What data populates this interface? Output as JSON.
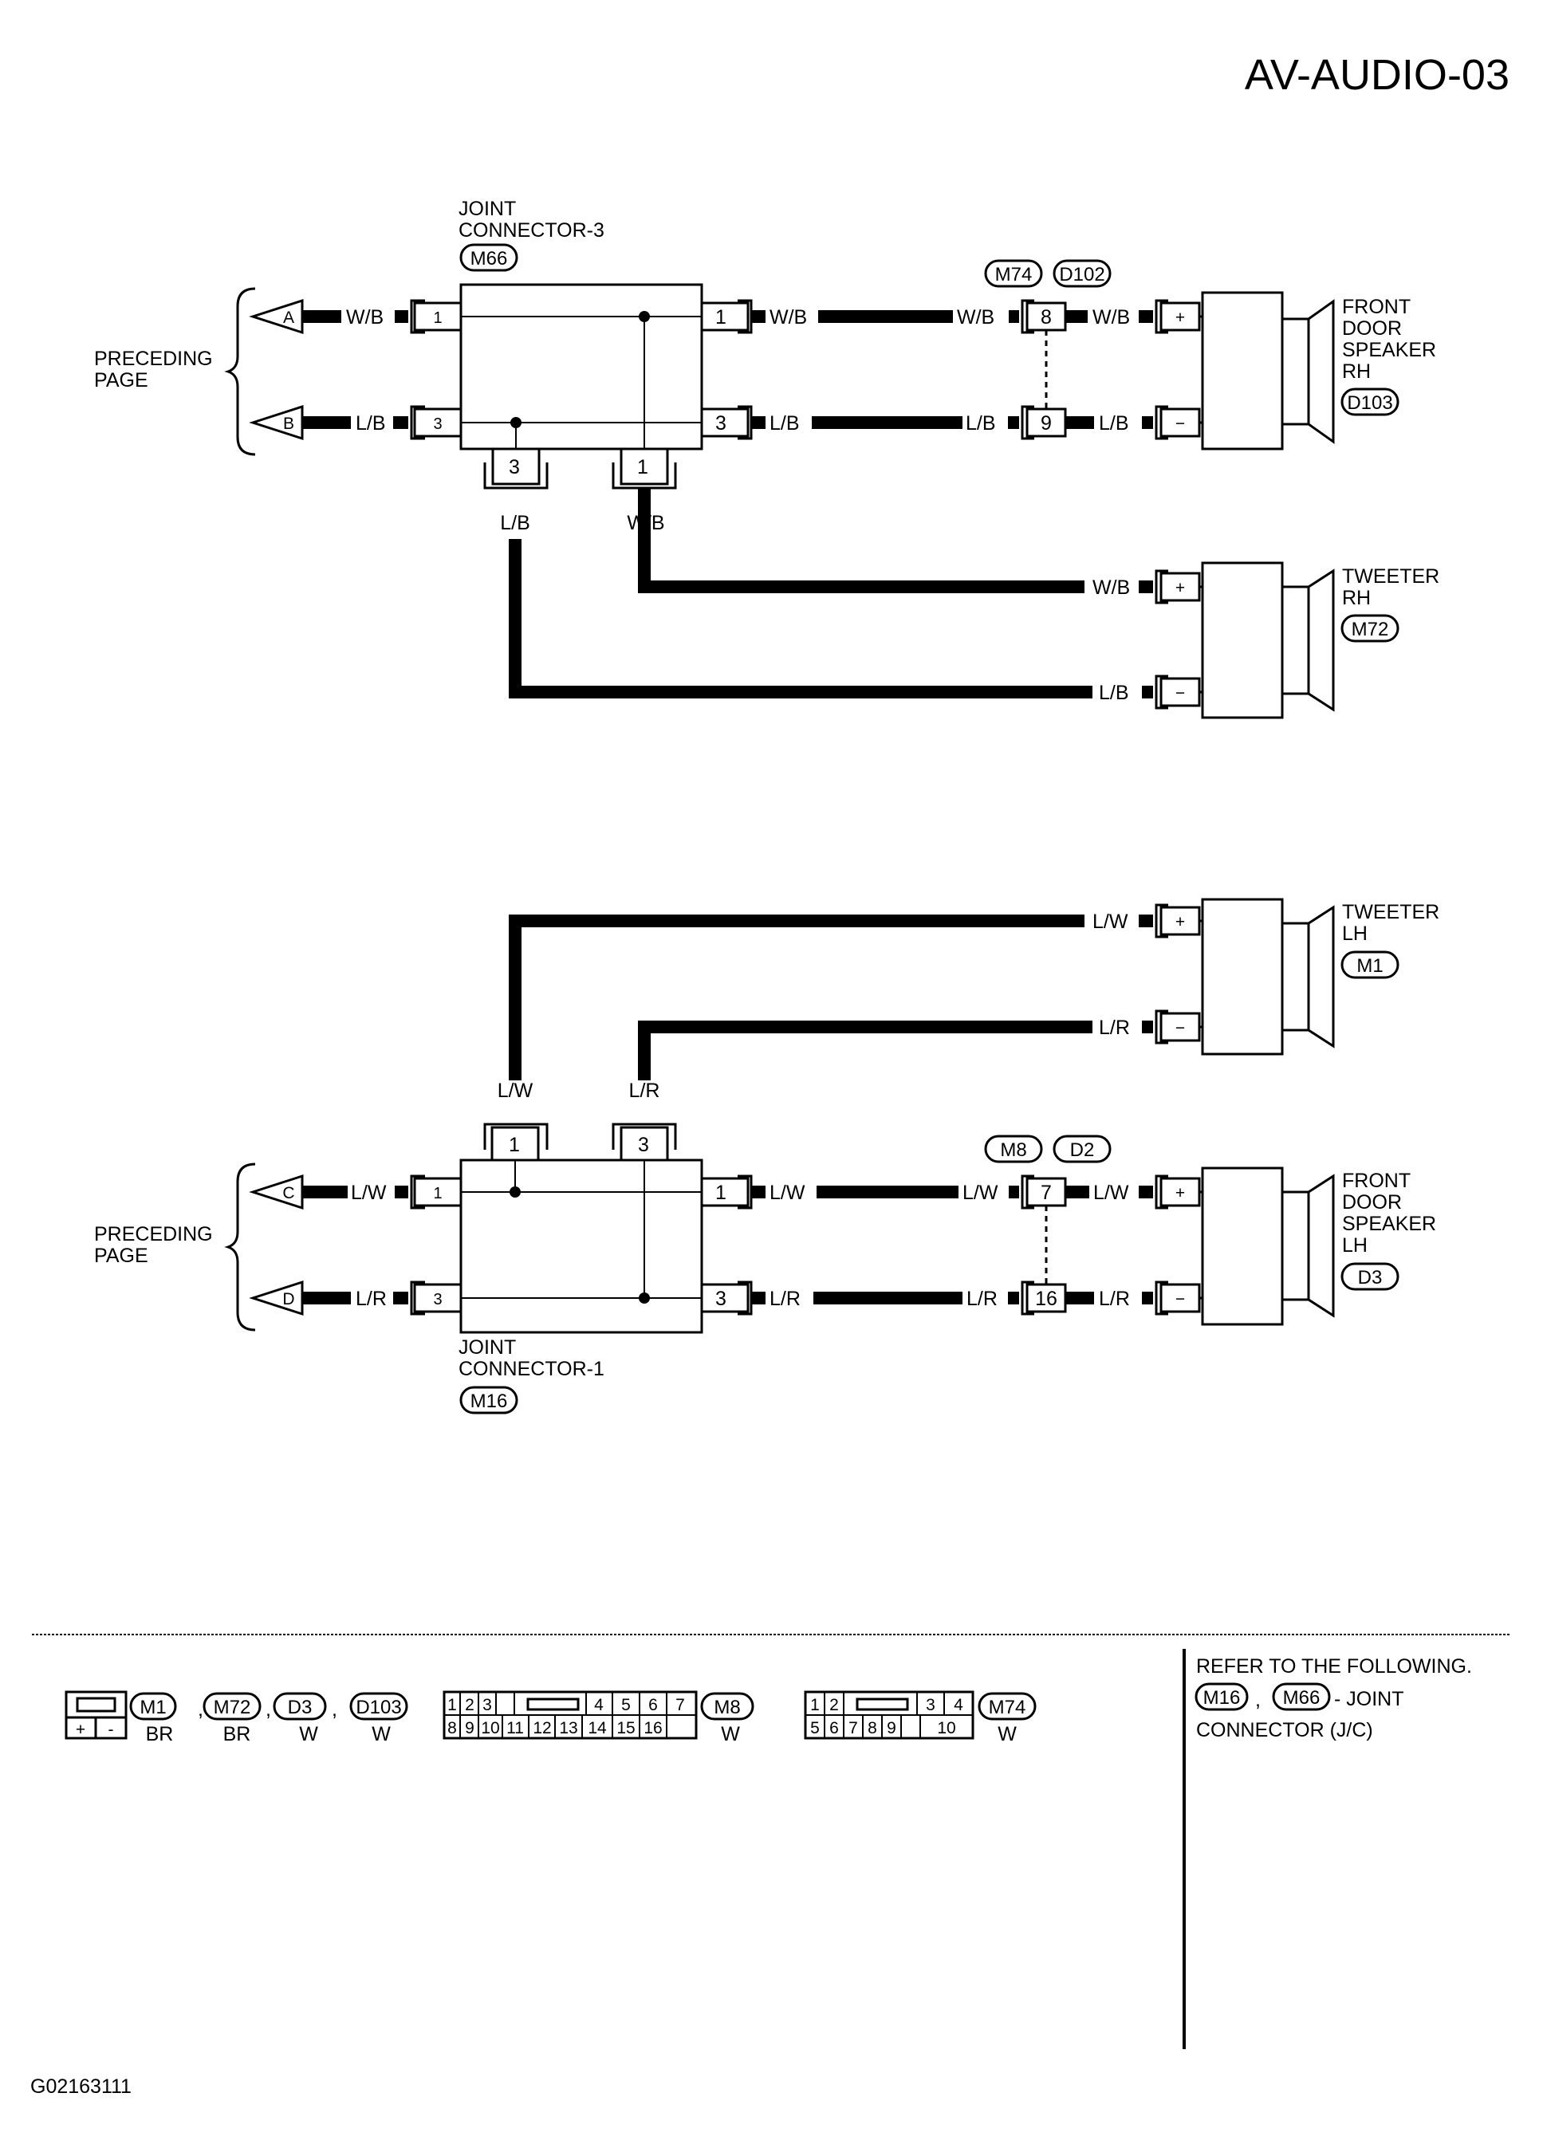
{
  "page_code": "AV-AUDIO-03",
  "figure_code": "G02163111",
  "preceding_page": [
    "PRECEDING",
    "PAGE"
  ],
  "flags": [
    "A",
    "B",
    "C",
    "D"
  ],
  "joint3": {
    "title": [
      "JOINT",
      "CONNECTOR-3"
    ],
    "tag": "M66",
    "pins": {
      "left_1": "1",
      "left_3": "3",
      "right_1": "1",
      "right_3": "3",
      "bottom_3": "3",
      "bottom_1": "1"
    }
  },
  "joint1": {
    "title": [
      "JOINT",
      "CONNECTOR-1"
    ],
    "tag": "M16",
    "pins": {
      "left_1": "1",
      "left_3": "3",
      "right_1": "1",
      "right_3": "3",
      "top_1": "1",
      "top_3": "3"
    }
  },
  "wires": {
    "wb": "W/B",
    "lb": "L/B",
    "lw": "L/W",
    "lr": "L/R"
  },
  "inline_top": {
    "tags": [
      "M74",
      "D102"
    ],
    "pins": [
      "8",
      "9"
    ]
  },
  "inline_bottom": {
    "tags": [
      "M8",
      "D2"
    ],
    "pins": [
      "7",
      "16"
    ]
  },
  "polarity": {
    "plus": "+",
    "minus": "−"
  },
  "speakers": {
    "front_rh": {
      "name": [
        "FRONT",
        "DOOR",
        "SPEAKER",
        "RH"
      ],
      "tag": "D103"
    },
    "tweeter_rh": {
      "name": [
        "TWEETER",
        "RH"
      ],
      "tag": "M72"
    },
    "tweeter_lh": {
      "name": [
        "TWEETER",
        "LH"
      ],
      "tag": "M1"
    },
    "front_lh": {
      "name": [
        "FRONT",
        "DOOR",
        "SPEAKER",
        "LH"
      ],
      "tag": "D3"
    }
  },
  "legend": {
    "c2": {
      "terminals": [
        "+",
        "-"
      ],
      "tags": [
        "M1",
        "M72",
        "D3",
        "D103"
      ],
      "colors": [
        "BR",
        "BR",
        "W",
        "W"
      ],
      "sep": ","
    },
    "c16": {
      "row1": [
        "1",
        "2",
        "3",
        "4",
        "5",
        "6",
        "7"
      ],
      "row2": [
        "8",
        "9",
        "10",
        "11",
        "12",
        "13",
        "14",
        "15",
        "16"
      ],
      "tag": "M8",
      "color": "W"
    },
    "c10": {
      "row1": [
        "1",
        "2",
        "3",
        "4"
      ],
      "row2": [
        "5",
        "6",
        "7",
        "8",
        "9",
        "10"
      ],
      "tag": "M74",
      "color": "W"
    }
  },
  "note": {
    "line1": "REFER TO THE FOLLOWING.",
    "tag_a": "M16",
    "sep": ",",
    "tag_b": "M66",
    "tail": "- JOINT",
    "line3": "CONNECTOR (J/C)"
  }
}
